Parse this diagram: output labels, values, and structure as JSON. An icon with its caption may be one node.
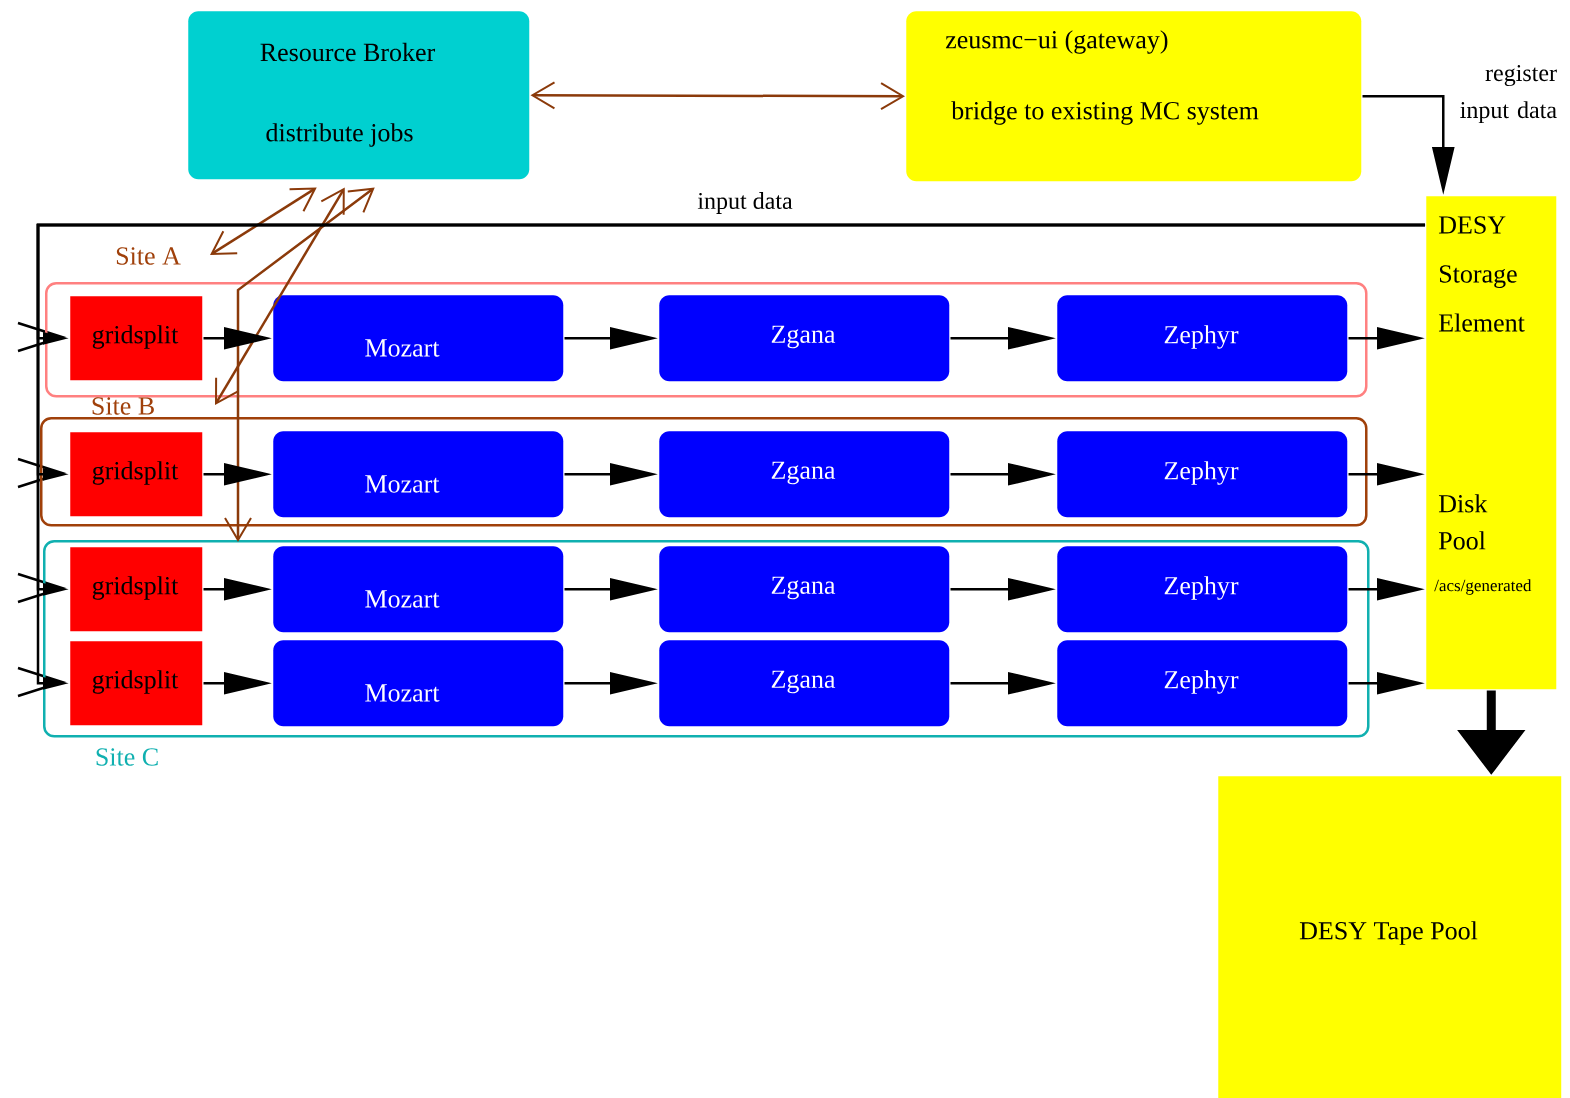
{
  "diagram": {
    "nodes": [
      {
        "text": [
          "Resource Broker",
          "distribute jobs"
        ]
      },
      {
        "text": [
          "zeusmc−ui (gateway)",
          "bridge to existing MC system"
        ]
      },
      {
        "text": [
          "DESY Storage Element",
          "Disk Pool",
          "/acs/generated"
        ]
      },
      {
        "text": [
          "DESY Tape Pool"
        ]
      },
      {
        "text": [
          "Site A"
        ]
      },
      {
        "text": [
          "gridsplit"
        ],
        "in": 4
      },
      {
        "text": [
          "Mozart"
        ],
        "in": 4
      },
      {
        "text": [
          "Zgana"
        ],
        "in": 4
      },
      {
        "text": [
          "Zephyr"
        ],
        "in": 4
      },
      {
        "text": [
          "Site B"
        ]
      },
      {
        "text": [
          "gridsplit"
        ],
        "in": 9
      },
      {
        "text": [
          "Mozart"
        ],
        "in": 9
      },
      {
        "text": [
          "Zgana"
        ],
        "in": 9
      },
      {
        "text": [
          "Zephyr"
        ],
        "in": 9
      },
      {
        "text": [
          "Site C"
        ]
      },
      {
        "text": [
          "gridsplit"
        ],
        "in": 14
      },
      {
        "text": [
          "Mozart"
        ],
        "in": 14
      },
      {
        "text": [
          "Zgana"
        ],
        "in": 14
      },
      {
        "text": [
          "Zephyr"
        ],
        "in": 14
      },
      {
        "text": [
          "gridsplit"
        ],
        "in": 14
      },
      {
        "text": [
          "Mozart"
        ],
        "in": 14
      },
      {
        "text": [
          "Zgana"
        ],
        "in": 14
      },
      {
        "text": [
          "Zephyr"
        ],
        "in": 14
      }
    ],
    "edges": [
      {
        "from": 0,
        "to": 1,
        "arrow": "both",
        "color": "#8b3a0a"
      },
      {
        "from": 0,
        "to": 4,
        "arrow": "both",
        "color": "#8b3a0a"
      },
      {
        "from": 0,
        "to": 9,
        "arrow": "both",
        "color": "#8b3a0a"
      },
      {
        "from": 0,
        "to": 14,
        "arrow": "both",
        "color": "#8b3a0a"
      },
      {
        "from": 1,
        "to": 2,
        "arrow": "to",
        "label": "register input data"
      },
      {
        "from": 2,
        "to": 5,
        "arrow": "to",
        "label": "input data"
      },
      {
        "from": 2,
        "to": 10,
        "arrow": "to"
      },
      {
        "from": 2,
        "to": 15,
        "arrow": "to"
      },
      {
        "from": 2,
        "to": 19,
        "arrow": "to"
      },
      {
        "from": 5,
        "to": 6,
        "arrow": "to"
      },
      {
        "from": 6,
        "to": 7,
        "arrow": "to"
      },
      {
        "from": 7,
        "to": 8,
        "arrow": "to"
      },
      {
        "from": 8,
        "to": 2,
        "arrow": "to"
      },
      {
        "from": 10,
        "to": 11,
        "arrow": "to"
      },
      {
        "from": 11,
        "to": 12,
        "arrow": "to"
      },
      {
        "from": 12,
        "to": 13,
        "arrow": "to"
      },
      {
        "from": 13,
        "to": 2,
        "arrow": "to"
      },
      {
        "from": 15,
        "to": 16,
        "arrow": "to"
      },
      {
        "from": 16,
        "to": 17,
        "arrow": "to"
      },
      {
        "from": 17,
        "to": 18,
        "arrow": "to"
      },
      {
        "from": 18,
        "to": 2,
        "arrow": "to"
      },
      {
        "from": 19,
        "to": 20,
        "arrow": "to"
      },
      {
        "from": 20,
        "to": 21,
        "arrow": "to"
      },
      {
        "from": 21,
        "to": 22,
        "arrow": "to"
      },
      {
        "from": 22,
        "to": 2,
        "arrow": "to"
      },
      {
        "from": 2,
        "to": 3,
        "arrow": "to",
        "style": "thick"
      }
    ]
  }
}
